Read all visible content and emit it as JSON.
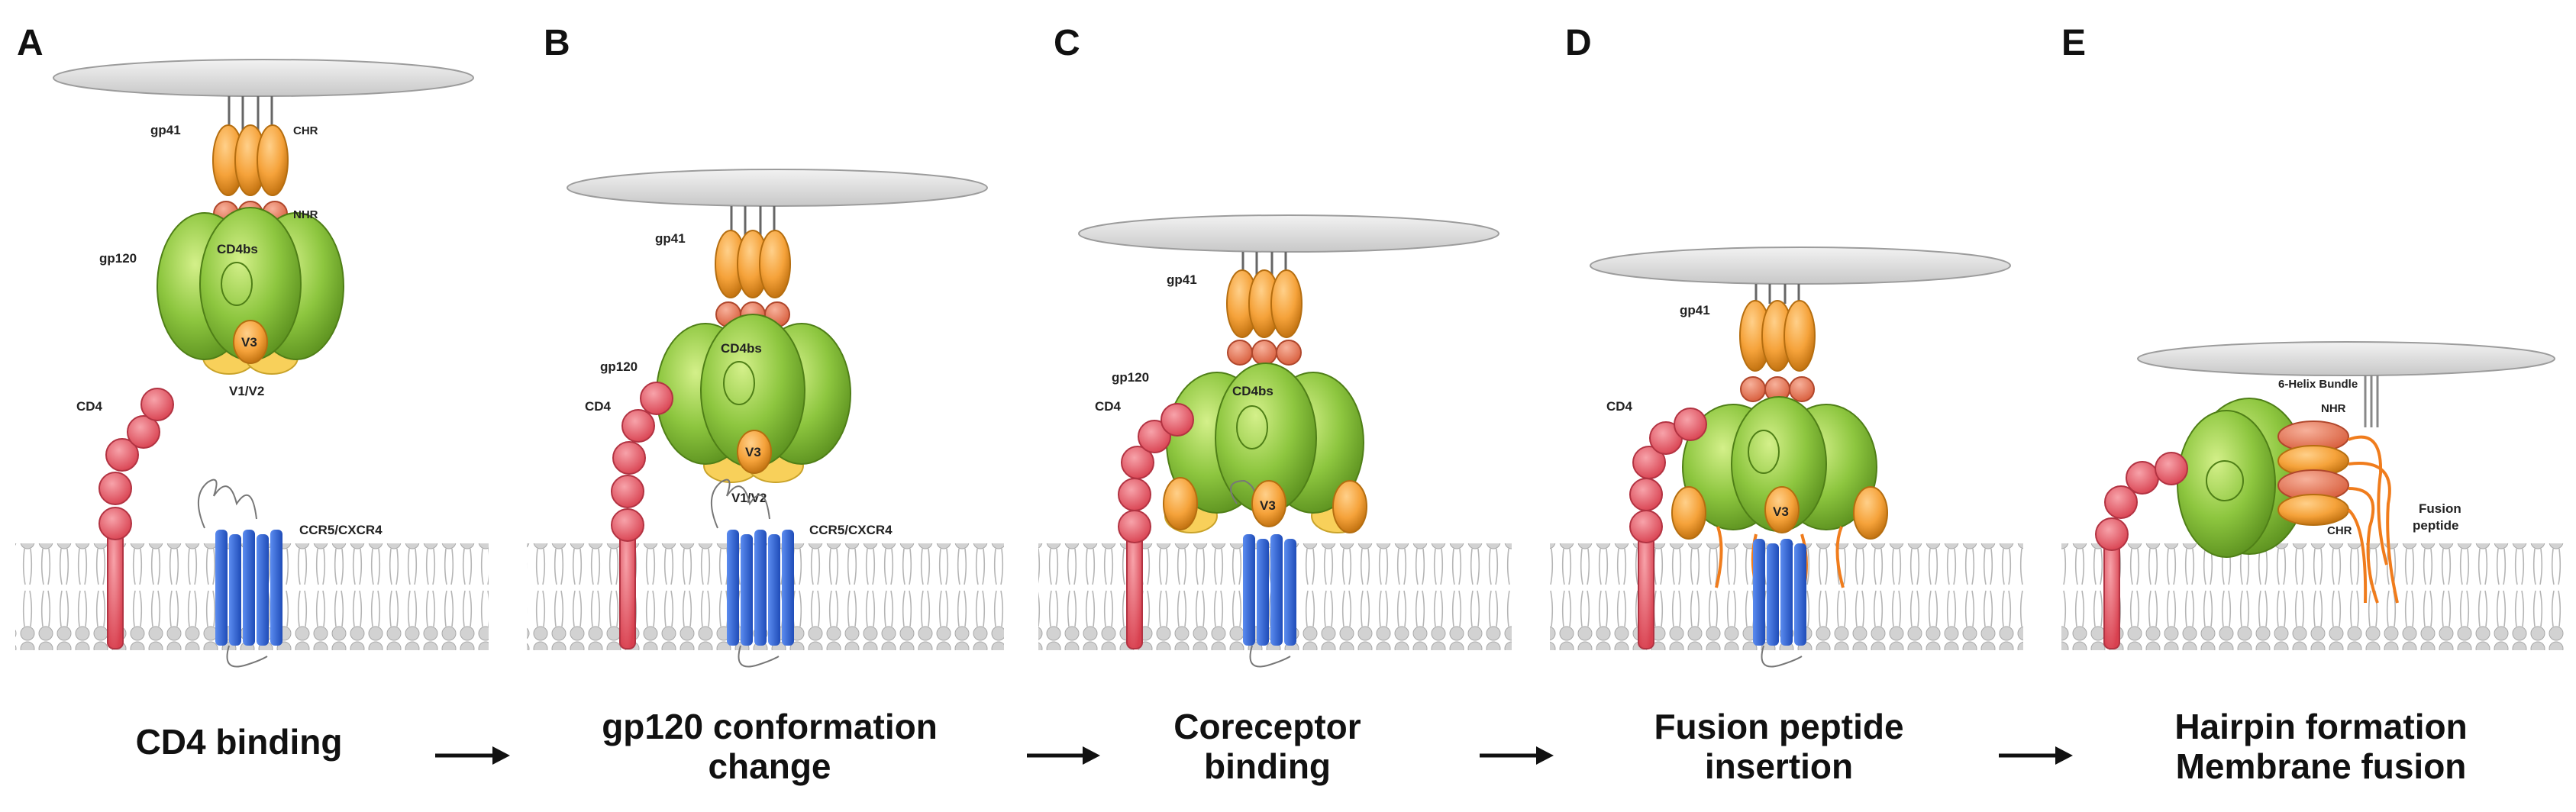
{
  "panels": [
    {
      "letter": "A",
      "labels": {
        "gp41": "gp41",
        "chr": "CHR",
        "nhr": "NHR",
        "gp120": "gp120",
        "cd4bs": "CD4bs",
        "v3": "V3",
        "v1v2": "V1/V2",
        "cd4": "CD4",
        "coreceptor": "CCR5/CXCR4"
      },
      "caption": [
        "CD4 binding"
      ]
    },
    {
      "letter": "B",
      "labels": {
        "gp41": "gp41",
        "gp120": "gp120",
        "cd4bs": "CD4bs",
        "v3": "V3",
        "v1v2": "V1/V2",
        "cd4": "CD4",
        "coreceptor": "CCR5/CXCR4"
      },
      "caption": [
        "gp120 conformation",
        "change"
      ]
    },
    {
      "letter": "C",
      "labels": {
        "gp41": "gp41",
        "gp120": "gp120",
        "cd4bs": "CD4bs",
        "v3": "V3",
        "cd4": "CD4"
      },
      "caption": [
        "Coreceptor",
        "binding"
      ]
    },
    {
      "letter": "D",
      "labels": {
        "gp41": "gp41",
        "v3": "V3",
        "cd4": "CD4"
      },
      "caption": [
        "Fusion peptide",
        "insertion"
      ]
    },
    {
      "letter": "E",
      "labels": {
        "bundle": "6-Helix Bundle",
        "nhr": "NHR",
        "chr": "CHR",
        "fusion1": "Fusion",
        "fusion2": "peptide"
      },
      "caption": [
        "Hairpin formation",
        "Membrane fusion"
      ]
    }
  ],
  "colors": {
    "gp120": "#8dc63f",
    "gp120_dark": "#5a8f1e",
    "gp41": "#f5a23a",
    "gp41_dark": "#c47412",
    "nhr": "#e8795a",
    "cd4": "#e85d6a",
    "coreceptor": "#2f63d6",
    "v1v2": "#f8d05a",
    "membrane_head": "#cfcfcf",
    "viral_membrane": "#e4e4e4"
  }
}
